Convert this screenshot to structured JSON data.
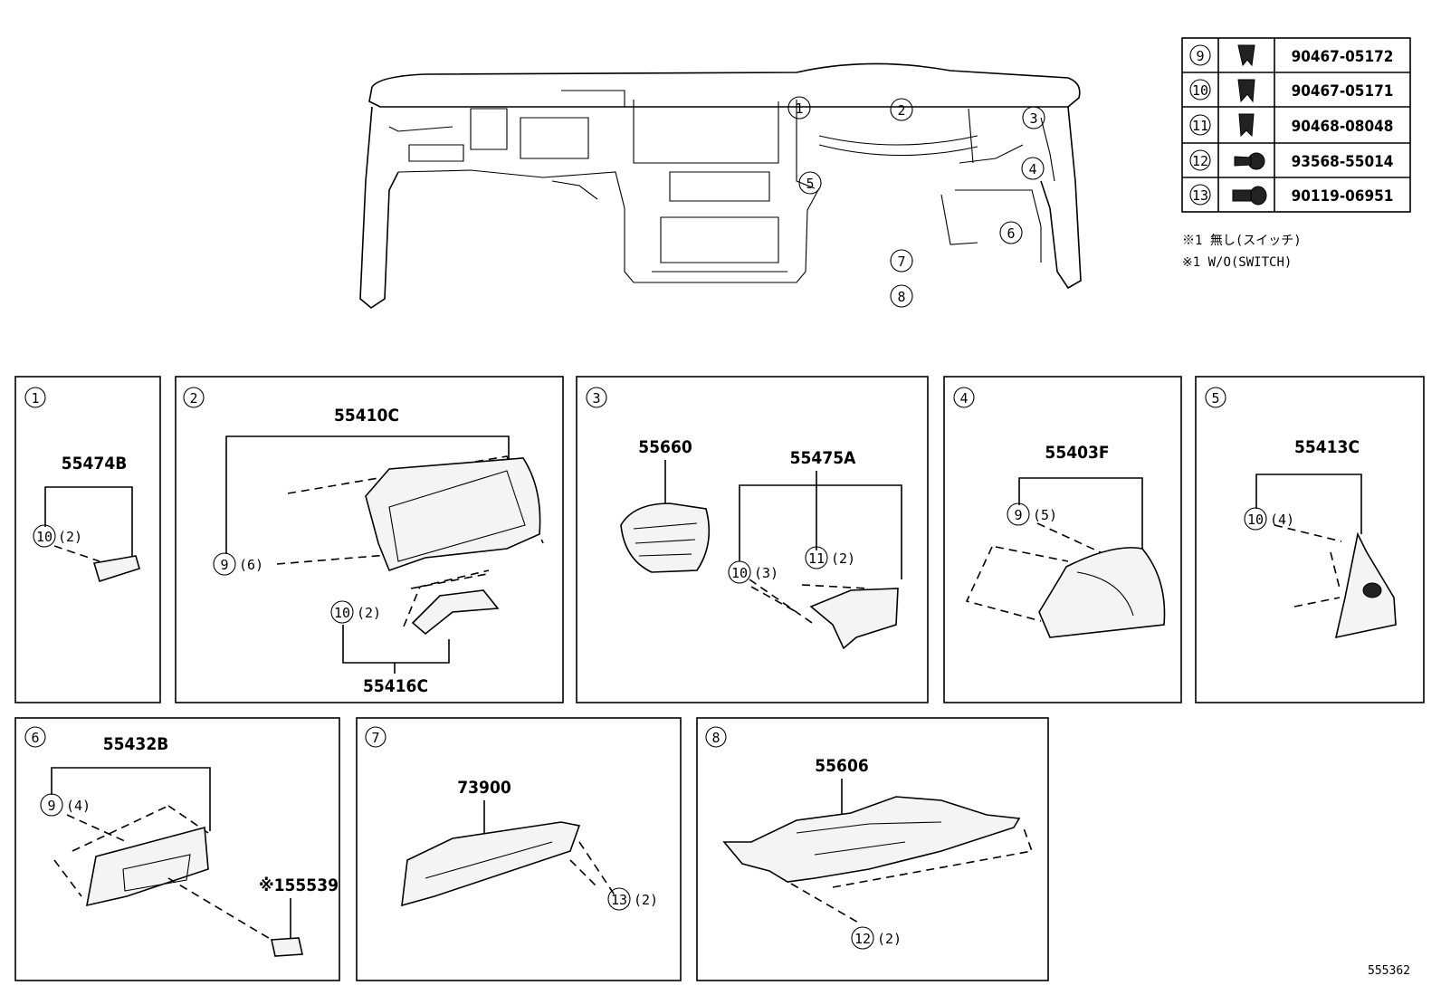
{
  "fastener_table": [
    {
      "ref": "9",
      "part_no": "90467-05172",
      "icon": "clip-icon"
    },
    {
      "ref": "10",
      "part_no": "90467-05171",
      "icon": "clip-icon"
    },
    {
      "ref": "11",
      "part_no": "90468-08048",
      "icon": "clip-icon"
    },
    {
      "ref": "12",
      "part_no": "93568-55014",
      "icon": "screw-icon"
    },
    {
      "ref": "13",
      "part_no": "90119-06951",
      "icon": "bolt-icon"
    }
  ],
  "notes": [
    "※1 無し(スイッチ)",
    "※1 W/O(SWITCH)"
  ],
  "overview_labels": [
    "1",
    "2",
    "3",
    "4",
    "5",
    "6",
    "7",
    "8"
  ],
  "panels": [
    {
      "num": "1",
      "part": "55474B",
      "fasteners": [
        {
          "ref": "10",
          "qty": "(2)"
        }
      ]
    },
    {
      "num": "2",
      "part": "55410C",
      "part2": "55416C",
      "fasteners": [
        {
          "ref": "9",
          "qty": "(6)"
        },
        {
          "ref": "10",
          "qty": "(2)"
        }
      ]
    },
    {
      "num": "3",
      "part": "55660",
      "part2": "55475A",
      "fasteners": [
        {
          "ref": "10",
          "qty": "(3)"
        },
        {
          "ref": "11",
          "qty": "(2)"
        }
      ]
    },
    {
      "num": "4",
      "part": "55403F",
      "fasteners": [
        {
          "ref": "9",
          "qty": "(5)"
        }
      ]
    },
    {
      "num": "5",
      "part": "55413C",
      "fasteners": [
        {
          "ref": "10",
          "qty": "(4)"
        }
      ]
    },
    {
      "num": "6",
      "part": "55432B",
      "part2": "※155539",
      "fasteners": [
        {
          "ref": "9",
          "qty": "(4)"
        }
      ]
    },
    {
      "num": "7",
      "part": "73900",
      "fasteners": [
        {
          "ref": "13",
          "qty": "(2)"
        }
      ]
    },
    {
      "num": "8",
      "part": "55606",
      "fasteners": [
        {
          "ref": "12",
          "qty": "(2)"
        }
      ]
    }
  ],
  "drawing_id": "555362"
}
